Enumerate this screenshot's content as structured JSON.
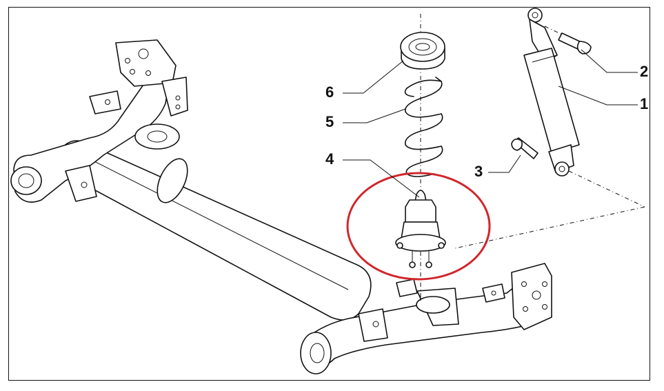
{
  "callouts": [
    {
      "number": "1"
    },
    {
      "number": "2"
    },
    {
      "number": "3"
    },
    {
      "number": "4"
    },
    {
      "number": "5"
    },
    {
      "number": "6"
    }
  ],
  "colors": {
    "line": "#111111",
    "highlight": "#d0272c",
    "background": "#ffffff"
  }
}
